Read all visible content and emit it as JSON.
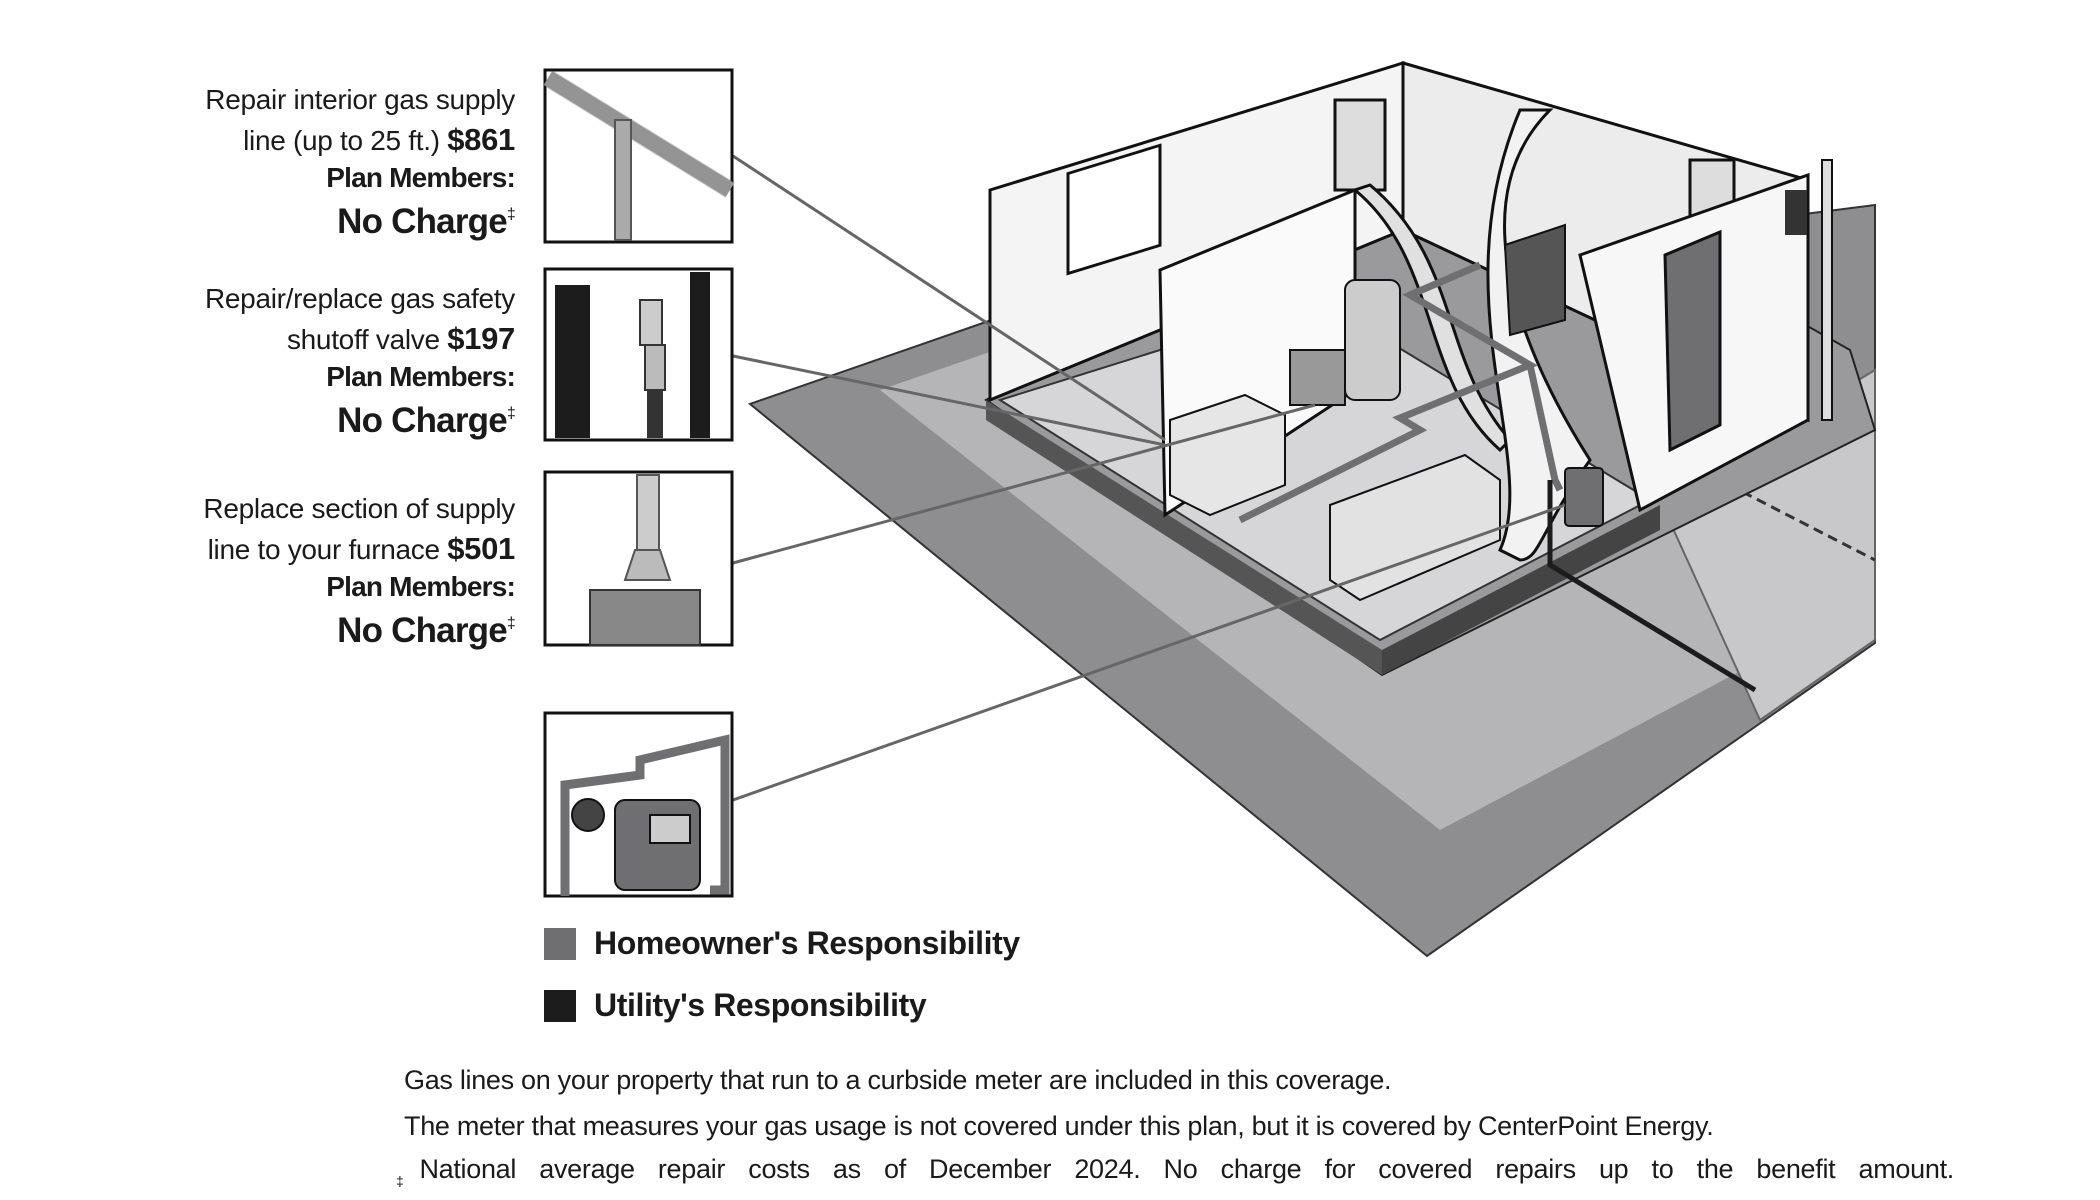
{
  "callouts": [
    {
      "desc_line1": "Repair interior gas supply",
      "desc_line2": "line (up to 25 ft.)",
      "price": "$861",
      "members_label": "Plan Members:",
      "members_value": "No Charge",
      "mark": "‡"
    },
    {
      "desc_line1": "Repair/replace gas safety",
      "desc_line2": "shutoff valve",
      "price": "$197",
      "members_label": "Plan Members:",
      "members_value": "No Charge",
      "mark": "‡"
    },
    {
      "desc_line1": "Replace section of supply",
      "desc_line2": "line to your furnace",
      "price": "$501",
      "members_label": "Plan Members:",
      "members_value": "No Charge",
      "mark": "‡"
    }
  ],
  "legend": [
    {
      "label": "Homeowner's Responsibility",
      "color": "#6f6f72"
    },
    {
      "label": "Utility's Responsibility",
      "color": "#1c1c1c"
    }
  ],
  "footer": {
    "line1": "Gas lines on your property that run to a curbside meter are included in this coverage.",
    "line2": "The meter that measures your gas usage is not covered under this plan, but it is covered by CenterPoint Energy.",
    "line3_mark": "‡",
    "line3": "National average repair costs as of December 2024. No charge for covered repairs up to the benefit amount."
  }
}
